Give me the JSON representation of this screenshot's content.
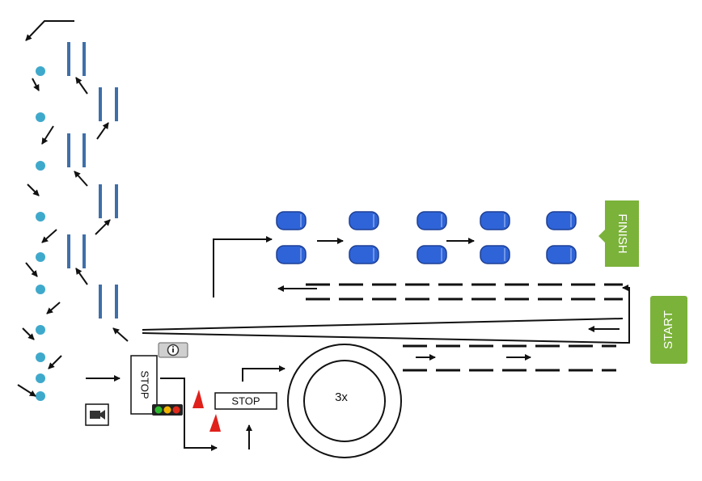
{
  "labels": {
    "start": "START",
    "finish": "FINISH",
    "stop_vertical": "STOP",
    "stop_horizontal": "STOP",
    "laps": "3x"
  },
  "colors": {
    "cone": "#3fa9cc",
    "pole": "#3f6fa8",
    "barrel": "#2f64d8",
    "barrel_edge": "#1d3f94",
    "sign_green": "#7bb23a",
    "sign_text": "#ffffff",
    "traffic_cone": "#e0201b",
    "light_green": "#2eb82e",
    "light_yellow": "#f0b400",
    "light_red": "#e02a1b",
    "line": "#111111"
  },
  "icons": {
    "info": "info-icon",
    "camera": "camera-icon",
    "traffic_light": "traffic-light-icon"
  }
}
